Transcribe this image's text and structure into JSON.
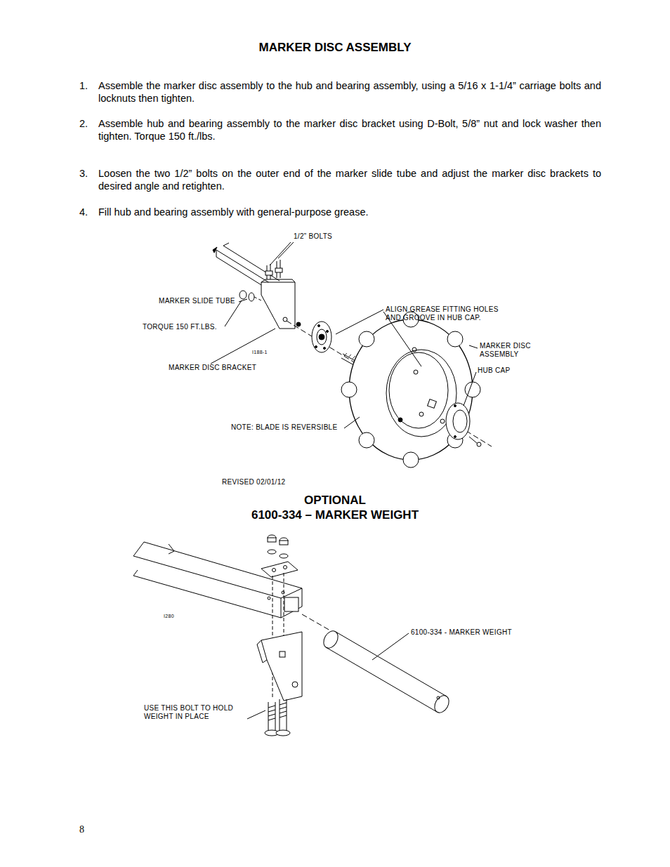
{
  "diagram": {
    "title": "MARKER DISC ASSEMBLY",
    "labels": [
      "1.",
      "Assemble the marker disc assembly to the hub and bearing assembly, using a 5/16 x 1-1/4” carriage bolts and locknuts then tighten.",
      "2.",
      "Assemble hub and bearing assembly to the marker disc bracket using D-Bolt, 5/8” nut and lock washer then tighten. Torque 150 ft./lbs.",
      "3.",
      "Loosen the two 1/2” bolts on the outer end of the marker slide tube and adjust the marker disc brackets to desired angle and retighten.",
      "4.",
      "Fill hub and bearing assembly with general-purpose grease.",
      "1/2” BOLTS",
      "MARKER SLIDE TUBE",
      "TORQUE 150 FT.LBS.",
      "I188-1",
      "MARKER DISC BRACKET",
      "ALIGN GREASE FITTING HOLES AND GROOVE IN HUB CAP.",
      "MARKER DISC ASSEMBLY",
      "HUB CAP",
      "NOTE: BLADE IS REVERSIBLE",
      "REVISED 02/01/12",
      "OPTIONAL",
      "6100-334 – MARKER WEIGHT",
      "I280",
      "6100-334 - MARKER WEIGHT",
      "USE THIS BOLT TO HOLD WEIGHT IN PLACE",
      "8"
    ]
  }
}
